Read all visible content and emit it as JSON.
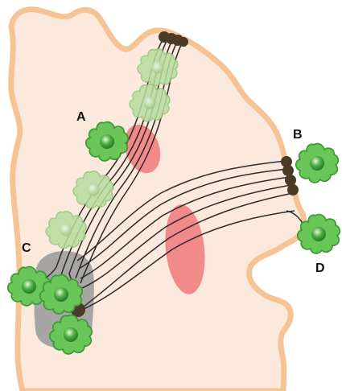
{
  "labels": {
    "a": "A",
    "b": "B",
    "c": "C",
    "d": "D"
  },
  "colors": {
    "tissue_fill": "#FCE9DD",
    "tissue_border": "#F6C494",
    "fiber": "#2B2B2B",
    "terminal": "#4A3B27",
    "cell_green": "#6BC65A",
    "cell_green_dark": "#3E9A34",
    "cell_faded": "#B7DDA0",
    "red_region": "#F08080",
    "gray_region": "#9E9E9E"
  },
  "icons": {
    "cell": "stellate-cell-icon",
    "terminal": "axon-terminal-icon"
  }
}
